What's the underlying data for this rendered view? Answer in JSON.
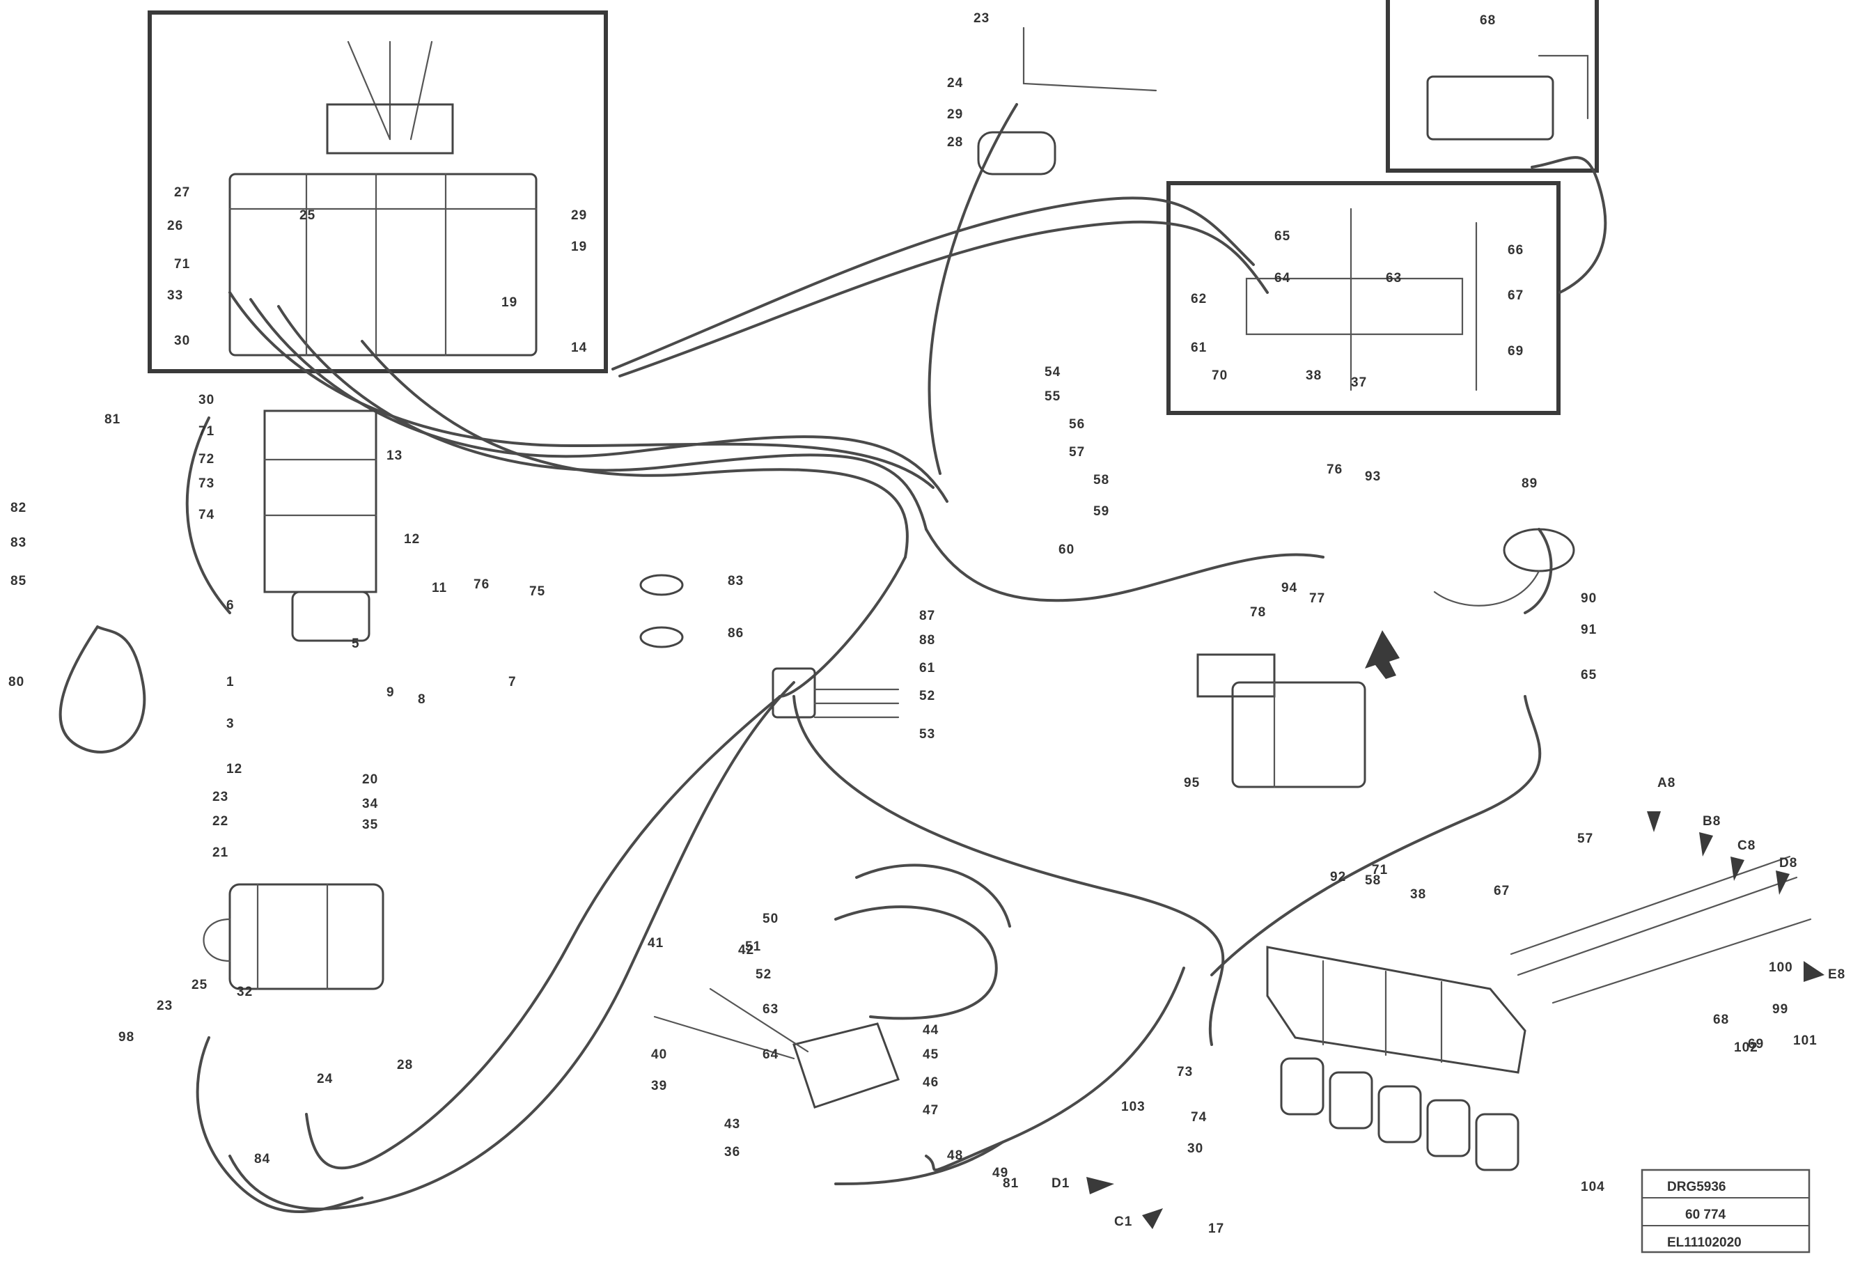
{
  "title_block": {
    "line1": "DRG5936",
    "line2": "60 774",
    "line3": "EL11102020"
  },
  "callouts": [
    {
      "id": "c01",
      "text": "23"
    },
    {
      "id": "c02",
      "text": "24"
    },
    {
      "id": "c03",
      "text": "29"
    },
    {
      "id": "c04",
      "text": "28"
    },
    {
      "id": "c05",
      "text": "27"
    },
    {
      "id": "c06",
      "text": "26"
    },
    {
      "id": "c07",
      "text": "71"
    },
    {
      "id": "c08",
      "text": "33"
    },
    {
      "id": "c09",
      "text": "30"
    },
    {
      "id": "c10",
      "text": "29"
    },
    {
      "id": "c11",
      "text": "19"
    },
    {
      "id": "c12",
      "text": "19"
    },
    {
      "id": "c13",
      "text": "14"
    },
    {
      "id": "c14",
      "text": "25"
    },
    {
      "id": "c15",
      "text": "81"
    },
    {
      "id": "c16",
      "text": "82"
    },
    {
      "id": "c17",
      "text": "83"
    },
    {
      "id": "c18",
      "text": "85"
    },
    {
      "id": "c19",
      "text": "80"
    },
    {
      "id": "c20",
      "text": "30"
    },
    {
      "id": "c21",
      "text": "71"
    },
    {
      "id": "c22",
      "text": "72"
    },
    {
      "id": "c23",
      "text": "73"
    },
    {
      "id": "c24",
      "text": "74"
    },
    {
      "id": "c25",
      "text": "6"
    },
    {
      "id": "c26",
      "text": "5"
    },
    {
      "id": "c27",
      "text": "9"
    },
    {
      "id": "c28",
      "text": "8"
    },
    {
      "id": "c29",
      "text": "13"
    },
    {
      "id": "c30",
      "text": "12"
    },
    {
      "id": "c31",
      "text": "11"
    },
    {
      "id": "c32",
      "text": "75"
    },
    {
      "id": "c33",
      "text": "76"
    },
    {
      "id": "c34",
      "text": "7"
    },
    {
      "id": "c35",
      "text": "1"
    },
    {
      "id": "c36",
      "text": "3"
    },
    {
      "id": "c37",
      "text": "12"
    },
    {
      "id": "c38",
      "text": "23"
    },
    {
      "id": "c39",
      "text": "22"
    },
    {
      "id": "c40",
      "text": "21"
    },
    {
      "id": "c41",
      "text": "20"
    },
    {
      "id": "c42",
      "text": "34"
    },
    {
      "id": "c43",
      "text": "35"
    },
    {
      "id": "c44",
      "text": "32"
    },
    {
      "id": "c45",
      "text": "98"
    },
    {
      "id": "c46",
      "text": "23"
    },
    {
      "id": "c47",
      "text": "25"
    },
    {
      "id": "c48",
      "text": "24"
    },
    {
      "id": "c49",
      "text": "28"
    },
    {
      "id": "c50",
      "text": "84"
    },
    {
      "id": "c51",
      "text": "83"
    },
    {
      "id": "c52",
      "text": "86"
    },
    {
      "id": "c53",
      "text": "87"
    },
    {
      "id": "c54",
      "text": "88"
    },
    {
      "id": "c55",
      "text": "61"
    },
    {
      "id": "c56",
      "text": "52"
    },
    {
      "id": "c57",
      "text": "53"
    },
    {
      "id": "c58",
      "text": "54"
    },
    {
      "id": "c59",
      "text": "55"
    },
    {
      "id": "c60",
      "text": "56"
    },
    {
      "id": "c61",
      "text": "57"
    },
    {
      "id": "c62",
      "text": "58"
    },
    {
      "id": "c63",
      "text": "59"
    },
    {
      "id": "c64",
      "text": "60"
    },
    {
      "id": "c65",
      "text": "68"
    },
    {
      "id": "c66",
      "text": "65"
    },
    {
      "id": "c67",
      "text": "64"
    },
    {
      "id": "c68",
      "text": "63"
    },
    {
      "id": "c69",
      "text": "62"
    },
    {
      "id": "c70",
      "text": "66"
    },
    {
      "id": "c71",
      "text": "67"
    },
    {
      "id": "c72",
      "text": "69"
    },
    {
      "id": "c73",
      "text": "61"
    },
    {
      "id": "c74",
      "text": "70"
    },
    {
      "id": "c75",
      "text": "38"
    },
    {
      "id": "c76",
      "text": "37"
    },
    {
      "id": "c77",
      "text": "89"
    },
    {
      "id": "c78",
      "text": "90"
    },
    {
      "id": "c79",
      "text": "91"
    },
    {
      "id": "c80",
      "text": "65"
    },
    {
      "id": "c81",
      "text": "76"
    },
    {
      "id": "c82",
      "text": "77"
    },
    {
      "id": "c83",
      "text": "78"
    },
    {
      "id": "c84",
      "text": "95"
    },
    {
      "id": "c85",
      "text": "94"
    },
    {
      "id": "c86",
      "text": "93"
    },
    {
      "id": "c87",
      "text": "92"
    },
    {
      "id": "c88",
      "text": "58"
    },
    {
      "id": "c89",
      "text": "38"
    },
    {
      "id": "c90",
      "text": "50"
    },
    {
      "id": "c91",
      "text": "51"
    },
    {
      "id": "c92",
      "text": "52"
    },
    {
      "id": "c93",
      "text": "63"
    },
    {
      "id": "c94",
      "text": "64"
    },
    {
      "id": "c95",
      "text": "44"
    },
    {
      "id": "c96",
      "text": "45"
    },
    {
      "id": "c97",
      "text": "46"
    },
    {
      "id": "c98",
      "text": "47"
    },
    {
      "id": "c99",
      "text": "48"
    },
    {
      "id": "c100",
      "text": "49"
    },
    {
      "id": "c101",
      "text": "42"
    },
    {
      "id": "c102",
      "text": "41"
    },
    {
      "id": "c103",
      "text": "40"
    },
    {
      "id": "c104",
      "text": "39"
    },
    {
      "id": "c105",
      "text": "43"
    },
    {
      "id": "c106",
      "text": "36"
    },
    {
      "id": "c107",
      "text": "102"
    },
    {
      "id": "c108",
      "text": "101"
    },
    {
      "id": "c109",
      "text": "100"
    },
    {
      "id": "c110",
      "text": "103"
    },
    {
      "id": "c111",
      "text": "104"
    },
    {
      "id": "c112",
      "text": "A8"
    },
    {
      "id": "c113",
      "text": "B8"
    },
    {
      "id": "c114",
      "text": "C8"
    },
    {
      "id": "c115",
      "text": "D8"
    },
    {
      "id": "c116",
      "text": "E8"
    },
    {
      "id": "c117",
      "text": "D1"
    },
    {
      "id": "c118",
      "text": "C1"
    },
    {
      "id": "c119",
      "text": "57"
    },
    {
      "id": "c120",
      "text": "67"
    },
    {
      "id": "c121",
      "text": "68"
    },
    {
      "id": "c122",
      "text": "69"
    },
    {
      "id": "c123",
      "text": "71"
    },
    {
      "id": "c124",
      "text": "17"
    },
    {
      "id": "c125",
      "text": "73"
    },
    {
      "id": "c126",
      "text": "74"
    },
    {
      "id": "c127",
      "text": "30"
    },
    {
      "id": "c128",
      "text": "81"
    },
    {
      "id": "c129",
      "text": "99"
    }
  ]
}
